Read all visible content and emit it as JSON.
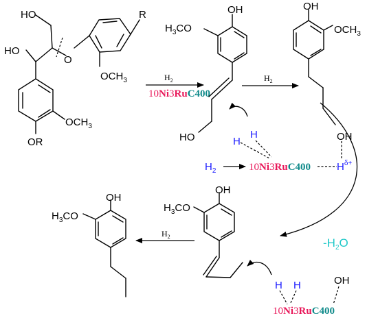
{
  "labels": {
    "oh": "OH",
    "ho": "HO",
    "r": "R",
    "or": "OR",
    "o": "O",
    "och3": "OCH",
    "h3co_a": "H",
    "h3co_b": "CO",
    "three": "3",
    "h": "H",
    "h2": "H",
    "two": "2",
    "delta_plus": "δ+",
    "minus_h2o_a": "-H",
    "minus_h2o_b": "O"
  },
  "catalyst": {
    "p1": "10",
    "p2": "Ni",
    "p3": "3",
    "p4": "Ru",
    "p5": "C400"
  },
  "colors": {
    "magenta": "#e8185a",
    "teal": "#0f8a8a",
    "blue": "#1a1aff",
    "cyan": "#1ec8c8",
    "black": "#000000"
  }
}
